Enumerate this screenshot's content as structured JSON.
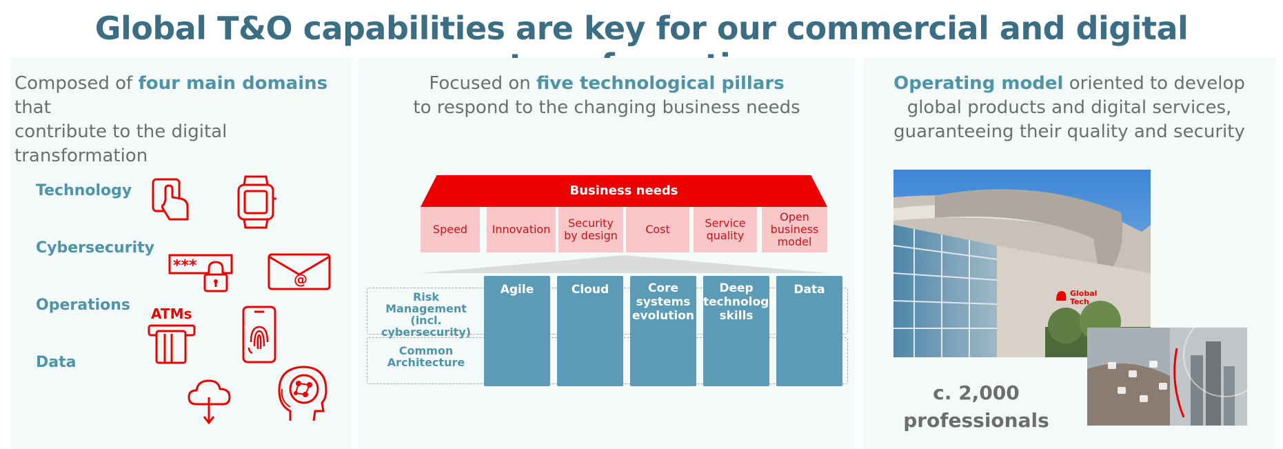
{
  "title": "Global T&O capabilities are key for our commercial and digital transformation",
  "panel1": {
    "subtitle_pre": "Composed of ",
    "subtitle_hl": "four main domains",
    "subtitle_post1": " that",
    "subtitle_line2": "contribute to the digital transformation",
    "domains": [
      "Technology",
      "Cybersecurity",
      "Operations",
      "Data"
    ],
    "atms_label": "ATMs",
    "password_stars": "***",
    "email_at": "@"
  },
  "panel2": {
    "subtitle_pre": "Focused on ",
    "subtitle_hl": "five technological pillars",
    "subtitle_line2": "to respond to the changing business needs",
    "roof_label": "Business needs",
    "needs": [
      {
        "line1": "Speed",
        "line2": "",
        "line3": ""
      },
      {
        "line1": "Innovation",
        "line2": "",
        "line3": ""
      },
      {
        "line1": "Security",
        "line2": "by design",
        "line3": ""
      },
      {
        "line1": "Cost",
        "line2": "",
        "line3": ""
      },
      {
        "line1": "Service",
        "line2": "quality",
        "line3": ""
      },
      {
        "line1": "Open",
        "line2": "business",
        "line3": "model"
      }
    ],
    "risk_label": {
      "line1": "Risk",
      "line2": "Management",
      "line3": "(incl. cybersecurity)"
    },
    "arch_label": {
      "line1": "Common",
      "line2": "Architecture"
    },
    "pillars": [
      {
        "line1": "Agile",
        "line2": "",
        "line3": ""
      },
      {
        "line1": "Cloud",
        "line2": "",
        "line3": ""
      },
      {
        "line1": "Core",
        "line2": "systems",
        "line3": "evolution"
      },
      {
        "line1": "Deep",
        "line2": "technology",
        "line3": "skills"
      },
      {
        "line1": "Data",
        "line2": "",
        "line3": ""
      }
    ]
  },
  "panel3": {
    "subtitle_hl": "Operating model",
    "subtitle_post1": " oriented to develop",
    "subtitle_line2": "global products and digital services,",
    "subtitle_line3": "guaranteeing their quality and security",
    "building_sign": {
      "line1": "Global",
      "line2": "Tech"
    },
    "count": "c. 2,000",
    "count_label": "professionals"
  },
  "colors": {
    "title": "#3b6e82",
    "highlight": "#4d94a9",
    "red": "#ec0000",
    "need_bg": "#f9c6c8",
    "pillar": "#5b9bb5",
    "panel_bg": "#f4f9f9"
  }
}
